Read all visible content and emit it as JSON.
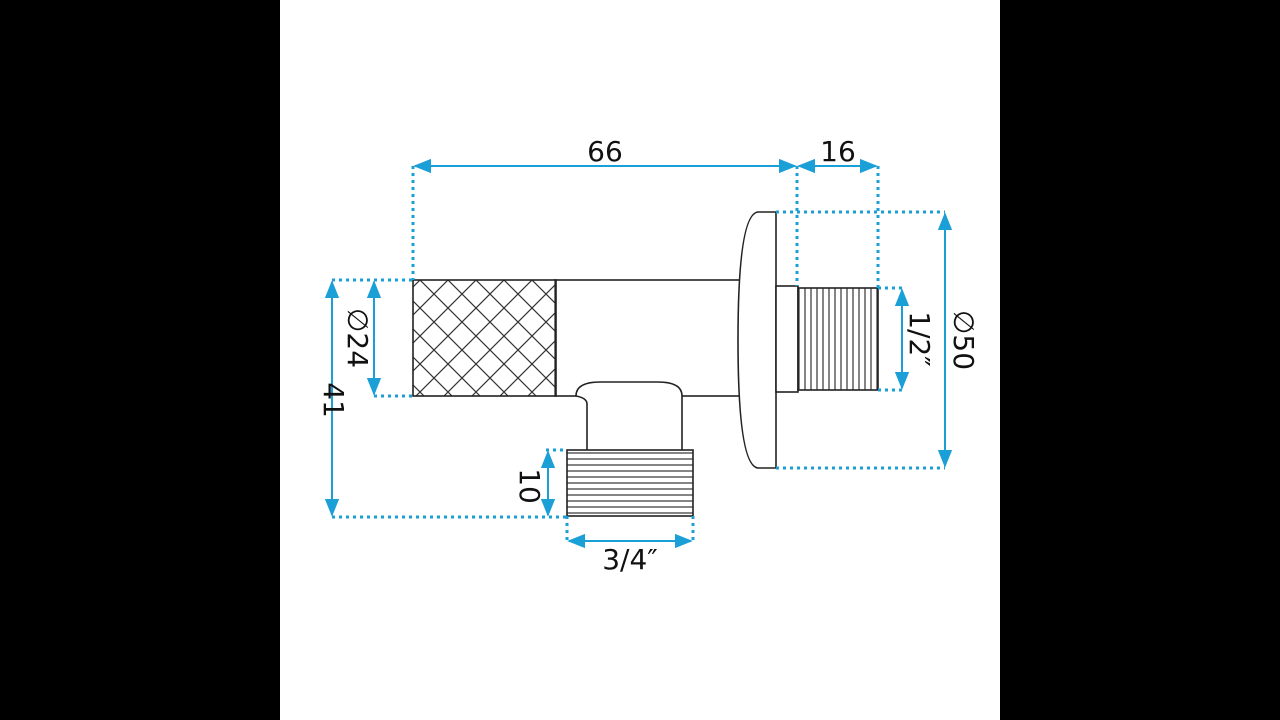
{
  "colors": {
    "dimension": "#1a9fd6",
    "outline": "#222222",
    "background": "#ffffff",
    "letterbox": "#000000"
  },
  "dimensions": {
    "length_66": "66",
    "length_16": "16",
    "height_41": "41",
    "thread_10": "10",
    "diameter_24": "∅24",
    "diameter_50": "∅50",
    "thread_half": "1/2″",
    "thread_three_quarter": "3/4″"
  }
}
